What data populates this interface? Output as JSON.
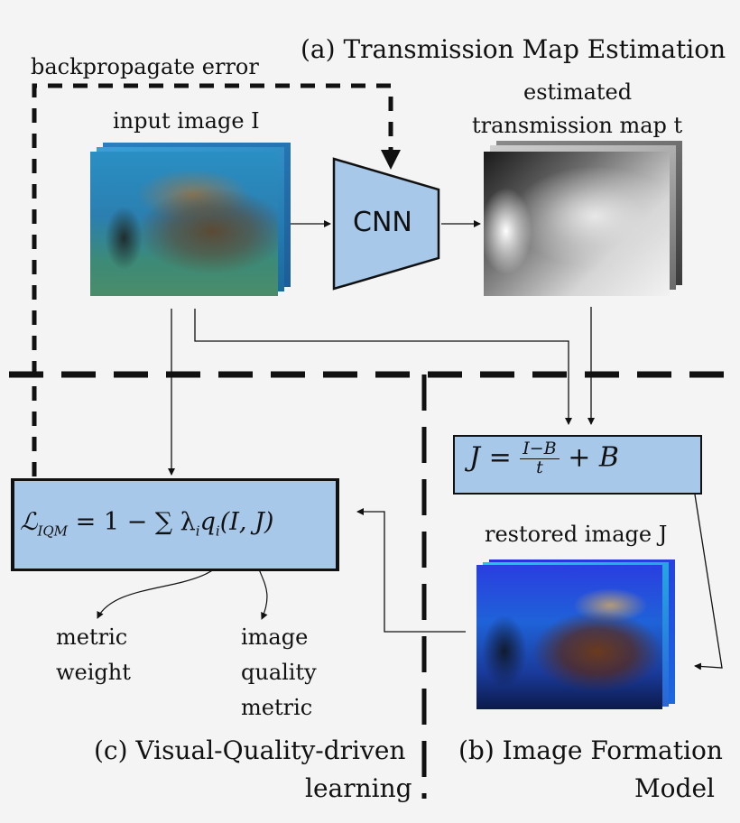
{
  "titles": {
    "transmission": "(a) Transmission Map Estimation",
    "formation_line1": "(b) Image Formation",
    "formation_line2": "Model",
    "visual_line1": "(c) Visual-Quality-driven",
    "visual_line2": "learning"
  },
  "labels": {
    "backprop": "backpropagate error",
    "input_image": "input image I",
    "estimated_line1": "estimated",
    "estimated_line2": "transmission map t",
    "cnn": "CNN",
    "restored_image": "restored image J",
    "metric_weight_line1": "metric",
    "metric_weight_line2": "weight",
    "iq_line1": "image",
    "iq_line2": "quality",
    "iq_line3": "metric"
  },
  "formulas": {
    "formation_lhs": "J =",
    "formation_num": "I−B",
    "formation_den": "t",
    "formation_rhs": "+ B",
    "loss_symbol": "ℒ",
    "loss_sub": "IQM",
    "loss_rest": "= 1 − ∑ λ",
    "loss_i1": "i",
    "loss_q": "q",
    "loss_i2": "i",
    "loss_args": "(I, J)"
  },
  "colors": {
    "box_fill": "#a8c8ea",
    "background": "#f4f4f4"
  }
}
